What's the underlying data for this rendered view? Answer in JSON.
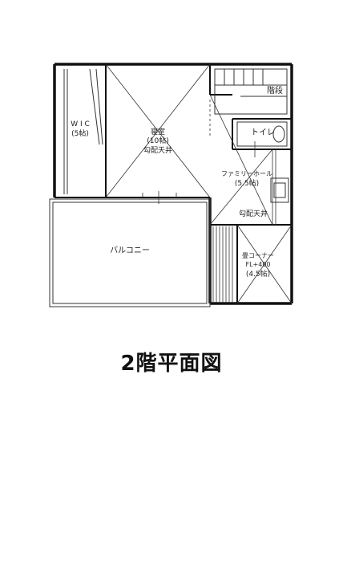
{
  "caption": "2階平面図",
  "rooms": {
    "wic": {
      "name": "W I C",
      "size": "(5帖)"
    },
    "bedroom": {
      "name": "寝室",
      "size": "(10帖)",
      "ceiling": "勾配天井"
    },
    "stairs": {
      "name": "階段"
    },
    "toilet": {
      "name": "トイレ"
    },
    "family_hall": {
      "name": "ファミリーホール",
      "size": "(5.5帖)"
    },
    "hall_ceiling": {
      "name": "勾配天井"
    },
    "balcony": {
      "name": "バルコニー"
    },
    "tatami_corner": {
      "name": "畳コーナー",
      "level": "FL+400",
      "size": "(4.5帖)"
    }
  },
  "colors": {
    "wall": "#111111",
    "line": "#333333",
    "background": "#ffffff"
  }
}
